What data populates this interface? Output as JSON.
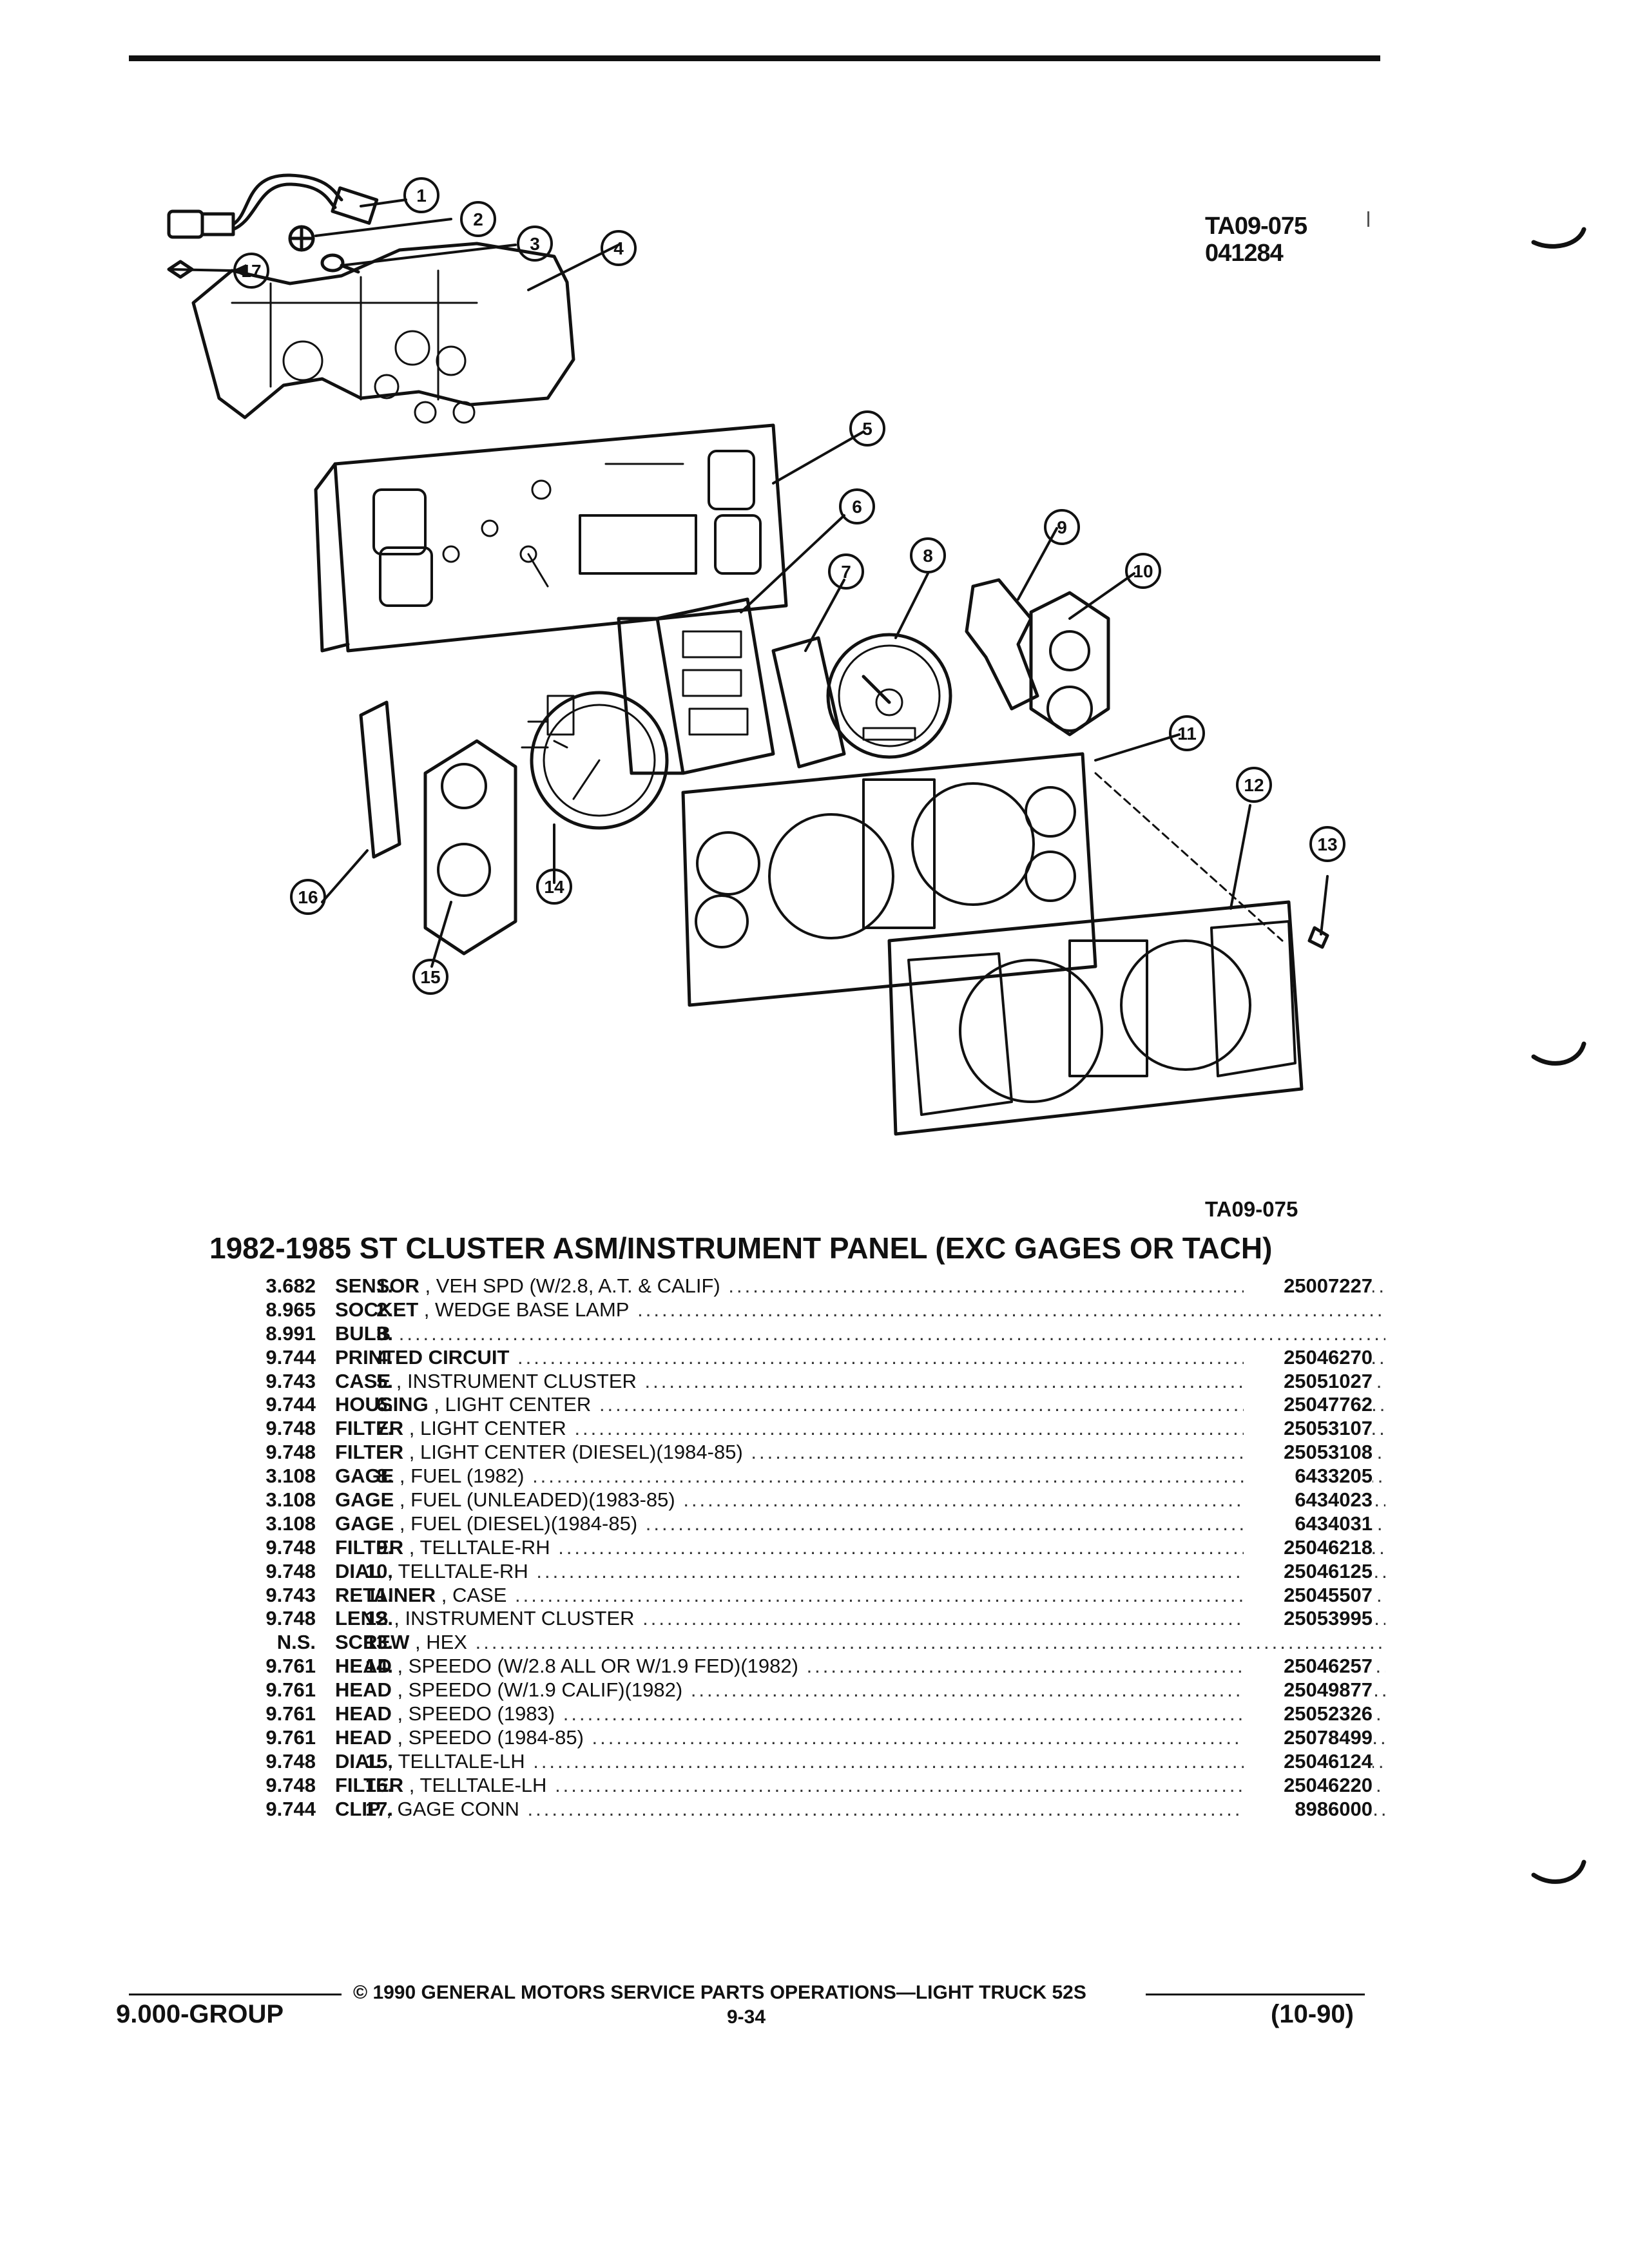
{
  "header": {
    "ref_code": "TA09-075",
    "ref_date": "041284"
  },
  "diagram": {
    "callouts": [
      "1",
      "2",
      "3",
      "4",
      "5",
      "6",
      "7",
      "8",
      "9",
      "10",
      "11",
      "12",
      "13",
      "14",
      "15",
      "16",
      "17"
    ],
    "caption_ref": "TA09-075"
  },
  "table": {
    "title": "1982-1985 ST CLUSTER ASM/INSTRUMENT PANEL (EXC GAGES OR TACH)",
    "rows": [
      {
        "num": "1.",
        "group": "3.682",
        "name": "SENSOR",
        "desc": " , VEH SPD (W/2.8, A.T. & CALIF)",
        "part": "25007227"
      },
      {
        "num": "2.",
        "group": "8.965",
        "name": "SOCKET",
        "desc": " , WEDGE BASE LAMP",
        "part": ""
      },
      {
        "num": "3.",
        "group": "8.991",
        "name": "BULB",
        "desc": "",
        "part": ""
      },
      {
        "num": "4.",
        "group": "9.744",
        "name": "PRINTED CIRCUIT",
        "desc": "",
        "part": "25046270"
      },
      {
        "num": "5.",
        "group": "9.743",
        "name": "CASE",
        "desc": " , INSTRUMENT CLUSTER",
        "part": "25051027"
      },
      {
        "num": "6.",
        "group": "9.744",
        "name": "HOUSING",
        "desc": " , LIGHT CENTER",
        "part": "25047762"
      },
      {
        "num": "7.",
        "group": "9.748",
        "name": "FILTER",
        "desc": " , LIGHT CENTER",
        "part": "25053107"
      },
      {
        "num": "",
        "group": "9.748",
        "name": "FILTER",
        "desc": " , LIGHT CENTER (DIESEL)(1984-85)",
        "part": "25053108"
      },
      {
        "num": "8.",
        "group": "3.108",
        "name": "GAGE",
        "desc": " , FUEL (1982)",
        "part": "6433205"
      },
      {
        "num": "",
        "group": "3.108",
        "name": "GAGE",
        "desc": " , FUEL (UNLEADED)(1983-85)",
        "part": "6434023"
      },
      {
        "num": "",
        "group": "3.108",
        "name": "GAGE",
        "desc": " , FUEL (DIESEL)(1984-85)",
        "part": "6434031"
      },
      {
        "num": "9.",
        "group": "9.748",
        "name": "FILTER",
        "desc": " , TELLTALE-RH",
        "part": "25046218"
      },
      {
        "num": "10.",
        "group": "9.748",
        "name": "DIAL",
        "desc": " , TELLTALE-RH",
        "part": "25046125"
      },
      {
        "num": "11.",
        "group": "9.743",
        "name": "RETAINER",
        "desc": " , CASE",
        "part": "25045507"
      },
      {
        "num": "12.",
        "group": "9.748",
        "name": "LENS",
        "desc": " , INSTRUMENT CLUSTER",
        "part": "25053995"
      },
      {
        "num": "13.",
        "group": "N.S.",
        "name": "SCREW",
        "desc": " , HEX",
        "part": ""
      },
      {
        "num": "14.",
        "group": "9.761",
        "name": "HEAD",
        "desc": " , SPEEDO (W/2.8 ALL OR W/1.9 FED)(1982)",
        "part": "25046257"
      },
      {
        "num": "",
        "group": "9.761",
        "name": "HEAD",
        "desc": " , SPEEDO (W/1.9 CALIF)(1982)",
        "part": "25049877"
      },
      {
        "num": "",
        "group": "9.761",
        "name": "HEAD",
        "desc": " , SPEEDO (1983)",
        "part": "25052326"
      },
      {
        "num": "",
        "group": "9.761",
        "name": "HEAD",
        "desc": " , SPEEDO (1984-85)",
        "part": "25078499"
      },
      {
        "num": "15.",
        "group": "9.748",
        "name": "DIAL",
        "desc": " , TELLTALE-LH",
        "part": "25046124"
      },
      {
        "num": "16.",
        "group": "9.748",
        "name": "FILTER",
        "desc": " , TELLTALE-LH",
        "part": "25046220"
      },
      {
        "num": "17.",
        "group": "9.744",
        "name": "CLIP",
        "desc": " , GAGE CONN",
        "part": "8986000"
      }
    ]
  },
  "footer": {
    "copyright": "© 1990 GENERAL MOTORS SERVICE PARTS OPERATIONS—LIGHT TRUCK 52S",
    "group": "9.000-GROUP",
    "page": "9-34",
    "date": "(10-90)"
  }
}
